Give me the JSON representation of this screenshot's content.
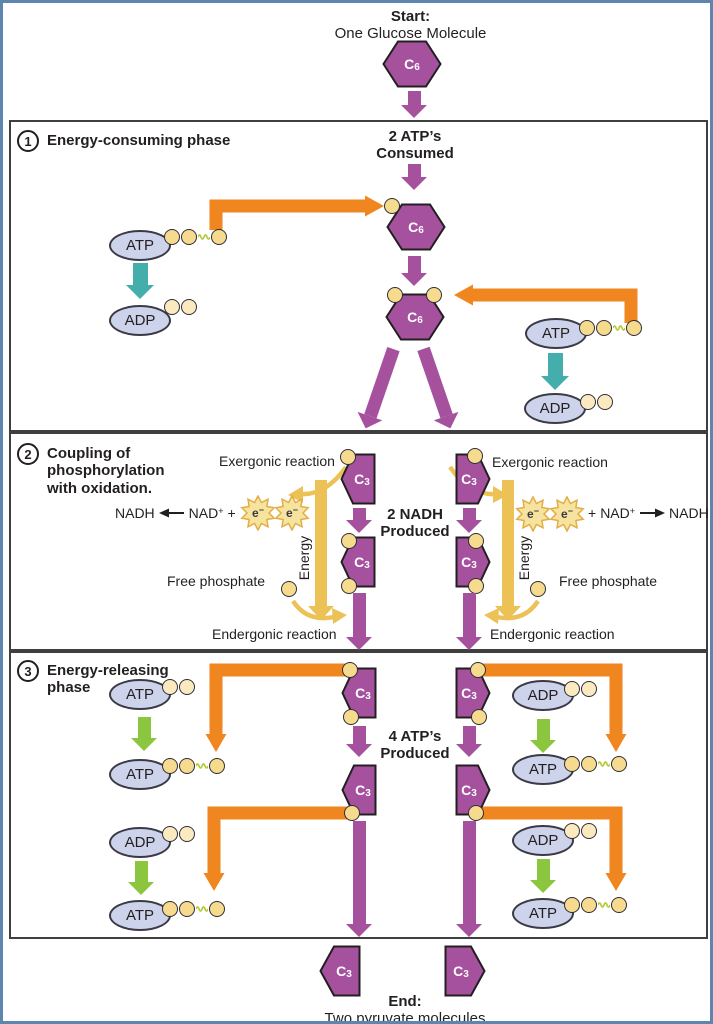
{
  "colors": {
    "purple": "#a5519e",
    "orange": "#f0861f",
    "teal": "#43aeac",
    "green": "#8cc63f",
    "gold": "#ecc156",
    "phosphate": "#f6da8d",
    "phosphate_light": "#fbe9c0",
    "nucleotide_fill": "#cdd3ea",
    "frame_blue": "#5d85ae",
    "outline": "#231f20"
  },
  "start": {
    "title": "Start:",
    "subtitle": "One Glucose Molecule"
  },
  "mol": {
    "c": "C",
    "c6": "6",
    "c3": "3",
    "atp": "ATP",
    "adp": "ADP"
  },
  "s1": {
    "number": "1",
    "title": "Energy-consuming phase",
    "center1": "2 ATP’s",
    "center2": "Consumed"
  },
  "s2": {
    "number": "2",
    "title1": "Coupling of",
    "title2": "phosphorylation",
    "title3": "with oxidation.",
    "center1": "2 NADH",
    "center2": "Produced",
    "exergonic": "Exergonic reaction",
    "endergonic": "Endergonic reaction",
    "free_phosphate": "Free phosphate",
    "energy": "Energy",
    "nadh": "NADH",
    "nad": "NAD",
    "nad_sup": "+",
    "plus": "+",
    "electron": "e",
    "electron_sup": "−"
  },
  "s3": {
    "number": "3",
    "title1": "Energy-releasing",
    "title2": "phase",
    "center1": "4 ATP’s",
    "center2": "Produced"
  },
  "end": {
    "title": "End:",
    "subtitle": "Two pyruvate molecules"
  }
}
